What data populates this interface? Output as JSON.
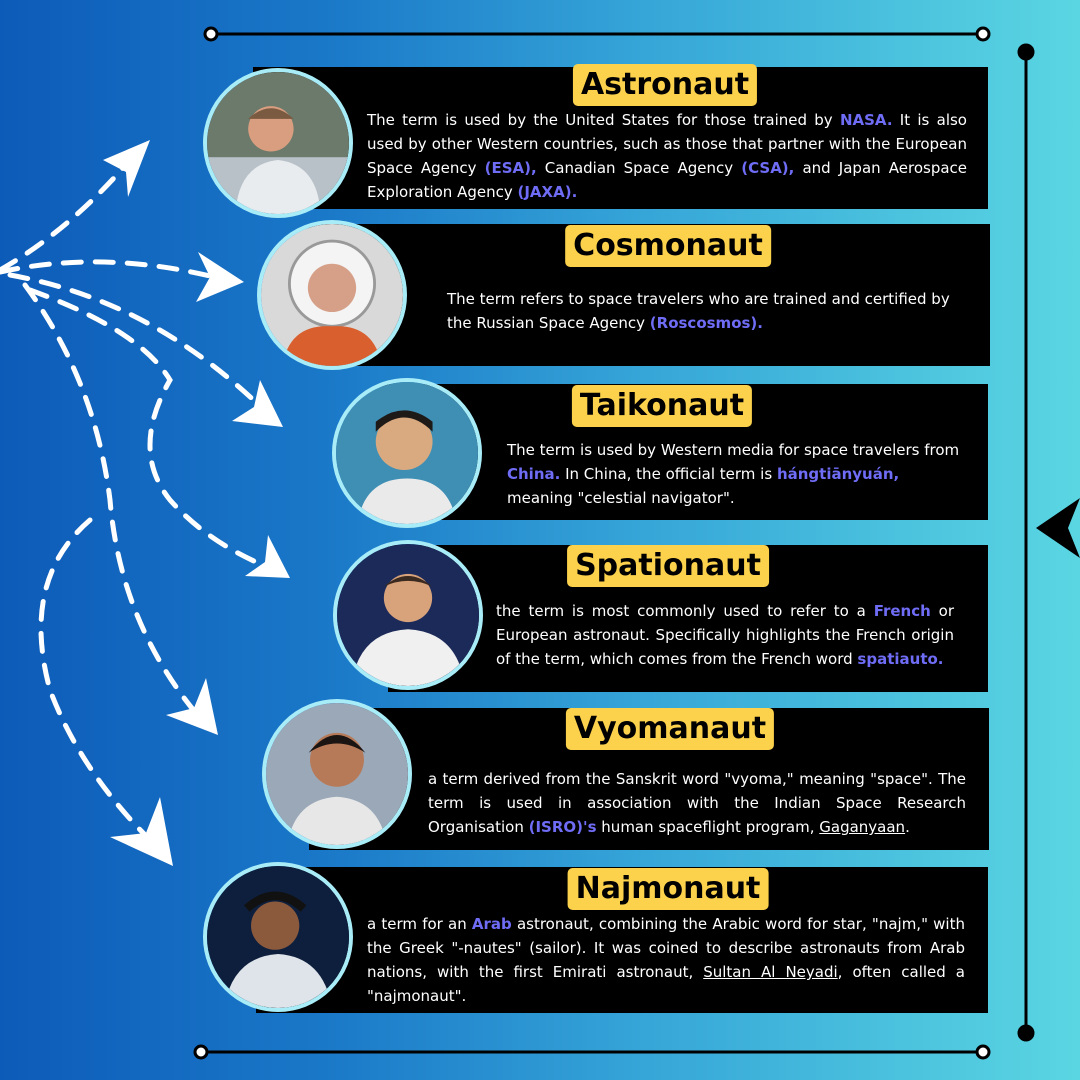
{
  "colors": {
    "accent_title_bg": "#fcd24c",
    "highlight_text": "#6f6cf5",
    "card_bg": "#000000",
    "photo_ring": "#a8ecf8"
  },
  "cards": [
    {
      "title": "Astronaut",
      "photo_icon": "astronaut-portrait",
      "desc": {
        "t1": "The term is used by the United States for those trained by ",
        "h1": "NASA.",
        "t2": " It is also used by other Western countries, such as those that partner with the European Space Agency ",
        "h2": "(ESA),",
        "t3": " Canadian Space Agency ",
        "h3": "(CSA),",
        "t4": " and Japan Aerospace Exploration Agency ",
        "h4": "(JAXA)."
      }
    },
    {
      "title": "Cosmonaut",
      "photo_icon": "cosmonaut-portrait",
      "desc": {
        "t1": "The term refers to space travelers who are trained and certified by the Russian Space Agency ",
        "h1": "(Roscosmos)."
      }
    },
    {
      "title": "Taikonaut",
      "photo_icon": "taikonaut-portrait",
      "desc": {
        "t1": "The term is used by Western media for space travelers from ",
        "h1": "China.",
        "t2": " In China, the official term is ",
        "h2": "hángtiānyuán,",
        "t3": " meaning \"celestial navigator\"."
      }
    },
    {
      "title": "Spationaut",
      "photo_icon": "spationaut-portrait",
      "desc": {
        "t1": "the term is most commonly used to refer to a ",
        "h1": "French",
        "t2": " or European astronaut. Specifically highlights the French origin of the term, which comes from the French word ",
        "h2": "spatiauto."
      }
    },
    {
      "title": "Vyomanaut",
      "photo_icon": "vyomanaut-portrait",
      "desc": {
        "t1": "a term derived from the Sanskrit word \"vyoma,\" meaning \"space\". The term is used in association with the Indian Space Research Organisation ",
        "h1": "(ISRO)'s",
        "t2": " human spaceflight program, ",
        "u1": "Gaganyaan",
        "t3": "."
      }
    },
    {
      "title": "Najmonaut",
      "photo_icon": "najmonaut-portrait",
      "desc": {
        "t1": "a term for an ",
        "h1": "Arab",
        "t2": " astronaut, combining the Arabic word for star, \"najm,\" with the Greek \"-nautes\" (sailor). It was coined to describe astronauts from Arab nations, with the first Emirati astronaut, ",
        "u1": "Sultan Al Neyadi",
        "t3": ", often called a \"najmonaut\"."
      }
    }
  ],
  "decorations": {
    "arrows_icon": "dashed-curved-arrows-icon",
    "pointer_icon": "left-arrow-icon",
    "frame_icon": "frame-line-dots"
  }
}
